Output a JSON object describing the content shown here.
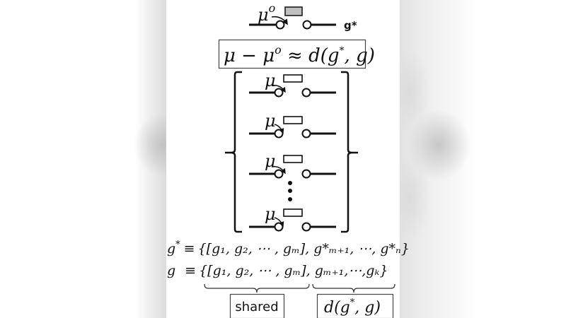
{
  "reference_switch": {
    "mu_symbol": "μ",
    "mu_superscript": "o",
    "label": "g*",
    "block_fill": "#bfbfbf"
  },
  "relation_box": {
    "lhs_mu": "μ",
    "minus": " − ",
    "lhs_mu_o": "μ",
    "lhs_sup": "o",
    "approx": " ≈ ",
    "rhs": "d(g",
    "rhs_star": "*",
    "rhs_tail": ", g)"
  },
  "switch_set": {
    "switches": [
      {
        "mu_symbol": "μ"
      },
      {
        "mu_symbol": "μ"
      },
      {
        "mu_symbol": "μ"
      },
      {
        "mu_symbol": "μ"
      }
    ],
    "ellipsis": "⋮",
    "block_fill": "#ffffff"
  },
  "definitions": {
    "g_star": {
      "lhs": "g",
      "lhs_sup": "*",
      "equiv": "≡",
      "shared_part": "{[g₁, g₂, ⋯ , gₘ]",
      "rest_part": ", g*ₘ₊₁, ⋯, g*ₙ}"
    },
    "g": {
      "lhs": "g",
      "equiv": "≡",
      "shared_part": "{[g₁, g₂, ⋯ , gₘ]",
      "rest_part": ", gₘ₊₁,⋯,gₖ}"
    }
  },
  "annotations": {
    "shared_label": "shared",
    "distance_label_pre": "d(g",
    "distance_label_star": "*",
    "distance_label_post": ", g)"
  },
  "colors": {
    "stroke": "#111111",
    "box_border": "#444444",
    "background": "#ffffff",
    "gray_block": "#bfbfbf"
  }
}
